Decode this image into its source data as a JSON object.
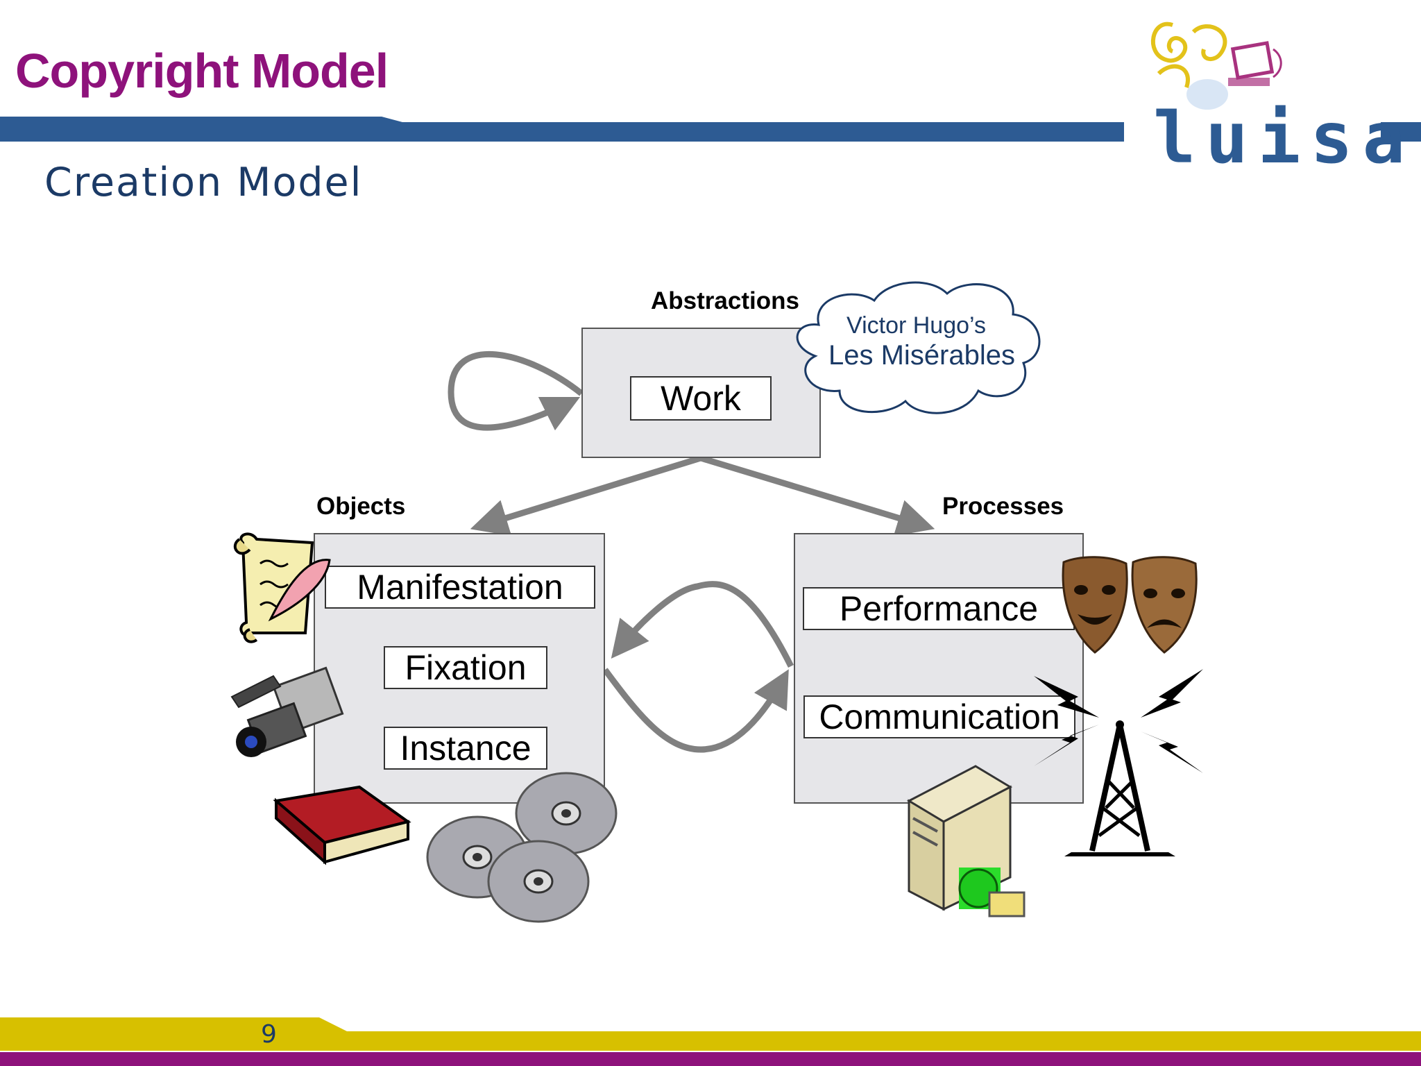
{
  "header": {
    "title": "Copyright Model",
    "subtitle": "Creation Model",
    "logo_text": "luisa"
  },
  "colors": {
    "title": "#8e127b",
    "header_bar": "#2d5b93",
    "footer_yellow": "#d7c000",
    "footer_purple": "#8e127b",
    "panel": "#e6e6e9",
    "arrow": "#808080"
  },
  "diagram": {
    "abstractions": {
      "label": "Abstractions",
      "work": "Work"
    },
    "cloud": {
      "line1": "Victor Hugo’s",
      "line2": "Les Misérables"
    },
    "objects": {
      "label": "Objects",
      "items": [
        "Manifestation",
        "Fixation",
        "Instance"
      ]
    },
    "processes": {
      "label": "Processes",
      "items": [
        "Performance",
        "Communication"
      ]
    }
  },
  "icons": [
    "scroll-quill-icon",
    "video-camera-icon",
    "book-icon",
    "cd-discs-icon",
    "theatre-masks-icon",
    "radio-tower-icon",
    "server-icon",
    "luisa-logo-icon"
  ],
  "footer": {
    "page_number": "9"
  }
}
